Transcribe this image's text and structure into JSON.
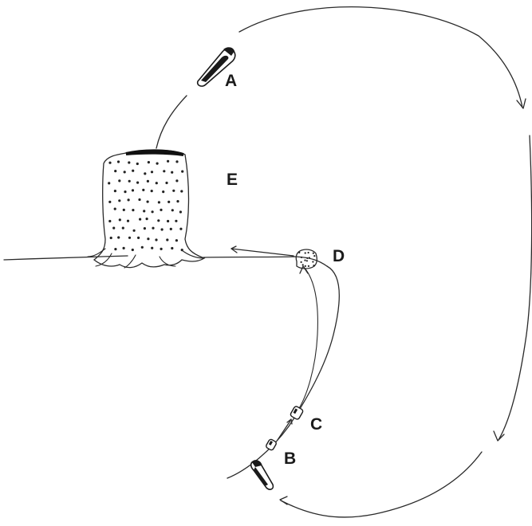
{
  "diagram": {
    "labels": {
      "a": "A",
      "b": "B",
      "c": "C",
      "d": "D",
      "e": "E"
    },
    "colors": {
      "ink": "#2a2a2a",
      "background": "#ffffff"
    }
  }
}
